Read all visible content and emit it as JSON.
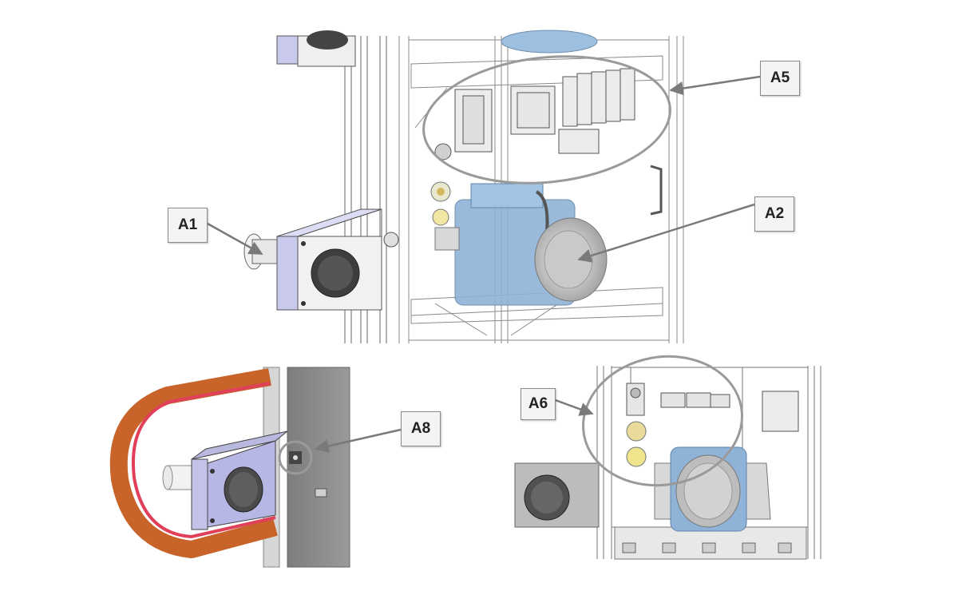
{
  "callouts": {
    "a1": "A1",
    "a2": "A2",
    "a5": "A5",
    "a6": "A6",
    "a8": "A8"
  },
  "colors": {
    "motor_blue": "#8fb3d6",
    "belt_orange": "#c8632a",
    "belt_red": "#e0405a",
    "housing_lavender": "#c9c9ee",
    "wall_gray": "#8e8e8e",
    "callout_bg": "#f4f4f4"
  }
}
